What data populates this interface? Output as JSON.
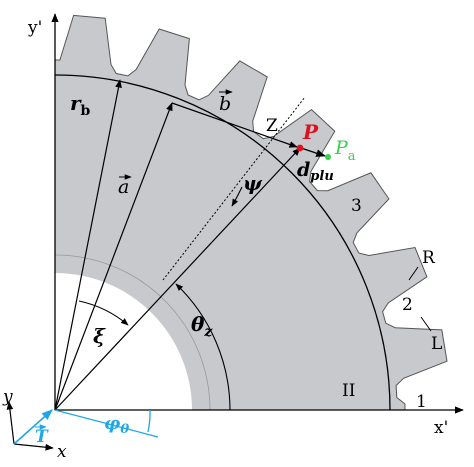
{
  "colors": {
    "gear": "#c7c9cd",
    "gear_stroke": "#555555",
    "bore": "#ffffff",
    "black": "#000000",
    "point_P": "#e0101e",
    "point_Pa": "#35d24a",
    "cyan": "#1ca8e8"
  },
  "axes": {
    "y_prime": "y'",
    "x_prime": "x'",
    "y": "y",
    "x": "x"
  },
  "labels": {
    "r": "r",
    "r_sub": "b",
    "a": "a",
    "b": "b",
    "Z": "Z",
    "P": "P",
    "P_a": "P",
    "P_a_sub": "a",
    "d": "d",
    "d_sub": "plu",
    "psi": "ψ",
    "xi": "ξ",
    "theta": "θ",
    "theta_sub": "z",
    "T": "T",
    "phi": "φ",
    "phi_sub": "0",
    "tooth_1": "1",
    "tooth_2": "2",
    "tooth_3": "3",
    "R": "R",
    "L": "L",
    "II": "II"
  },
  "icons": {
    "arrow": "vector-arrow-icon"
  }
}
